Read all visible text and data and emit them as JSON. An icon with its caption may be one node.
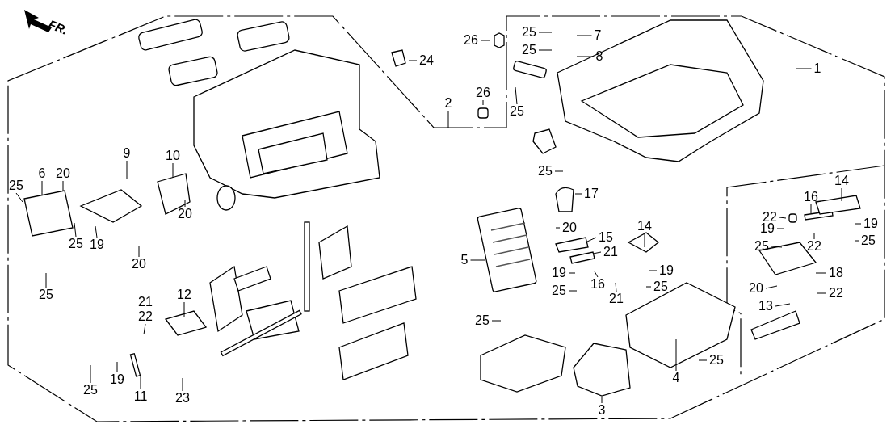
{
  "diagram": {
    "nodes": [
      {
        "text": [
          "24"
        ]
      },
      {
        "text": [
          "2"
        ]
      },
      {
        "text": [
          "26"
        ]
      },
      {
        "text": [
          "25"
        ]
      },
      {
        "text": [
          "7"
        ]
      },
      {
        "text": [
          "25"
        ]
      },
      {
        "text": [
          "8"
        ]
      },
      {
        "text": [
          "1"
        ]
      },
      {
        "text": [
          "26"
        ]
      },
      {
        "text": [
          "25"
        ]
      },
      {
        "text": [
          "25"
        ]
      },
      {
        "text": [
          "6"
        ]
      },
      {
        "text": [
          "20"
        ]
      },
      {
        "text": [
          "25"
        ]
      },
      {
        "text": [
          "9"
        ]
      },
      {
        "text": [
          "10"
        ]
      },
      {
        "text": [
          "20"
        ]
      },
      {
        "text": [
          "19"
        ]
      },
      {
        "text": [
          "25"
        ]
      },
      {
        "text": [
          "20"
        ]
      },
      {
        "text": [
          "25"
        ]
      },
      {
        "text": [
          "12"
        ]
      },
      {
        "text": [
          "21"
        ]
      },
      {
        "text": [
          "22"
        ]
      },
      {
        "text": [
          "19"
        ]
      },
      {
        "text": [
          "25"
        ]
      },
      {
        "text": [
          "11"
        ]
      },
      {
        "text": [
          "23"
        ]
      },
      {
        "text": [
          "17"
        ]
      },
      {
        "text": [
          "5"
        ]
      },
      {
        "text": [
          "20"
        ]
      },
      {
        "text": [
          "15"
        ]
      },
      {
        "text": [
          "14"
        ]
      },
      {
        "text": [
          "21"
        ]
      },
      {
        "text": [
          "19"
        ]
      },
      {
        "text": [
          "16"
        ]
      },
      {
        "text": [
          "19"
        ]
      },
      {
        "text": [
          "25"
        ]
      },
      {
        "text": [
          "21"
        ]
      },
      {
        "text": [
          "25"
        ]
      },
      {
        "text": [
          "25"
        ]
      },
      {
        "text": [
          "4"
        ]
      },
      {
        "text": [
          "25"
        ]
      },
      {
        "text": [
          "3"
        ]
      },
      {
        "text": [
          "14"
        ]
      },
      {
        "text": [
          "16"
        ]
      },
      {
        "text": [
          "22"
        ]
      },
      {
        "text": [
          "19"
        ]
      },
      {
        "text": [
          "19"
        ]
      },
      {
        "text": [
          "25"
        ]
      },
      {
        "text": [
          "22"
        ]
      },
      {
        "text": [
          "25"
        ]
      },
      {
        "text": [
          "18"
        ]
      },
      {
        "text": [
          "20"
        ]
      },
      {
        "text": [
          "22"
        ]
      },
      {
        "text": [
          "13"
        ]
      }
    ],
    "edges": [
      {
        "from": 0,
        "to": null,
        "arrow": "none"
      },
      {
        "from": 1,
        "to": null,
        "arrow": "none"
      },
      {
        "from": 2,
        "to": null,
        "arrow": "none"
      },
      {
        "from": 3,
        "to": null,
        "arrow": "none"
      },
      {
        "from": 4,
        "to": null,
        "arrow": "none"
      },
      {
        "from": 5,
        "to": null,
        "arrow": "none"
      },
      {
        "from": 6,
        "to": null,
        "arrow": "none"
      },
      {
        "from": 7,
        "to": null,
        "arrow": "none"
      },
      {
        "from": 8,
        "to": null,
        "arrow": "none"
      },
      {
        "from": 9,
        "to": null,
        "arrow": "none"
      },
      {
        "from": 10,
        "to": null,
        "arrow": "none"
      },
      {
        "from": 11,
        "to": null,
        "arrow": "none"
      },
      {
        "from": 12,
        "to": null,
        "arrow": "none"
      },
      {
        "from": 13,
        "to": null,
        "arrow": "none"
      },
      {
        "from": 14,
        "to": null,
        "arrow": "none"
      },
      {
        "from": 15,
        "to": null,
        "arrow": "none"
      },
      {
        "from": 16,
        "to": null,
        "arrow": "none"
      },
      {
        "from": 17,
        "to": null,
        "arrow": "none"
      },
      {
        "from": 18,
        "to": null,
        "arrow": "none"
      },
      {
        "from": 19,
        "to": null,
        "arrow": "none"
      },
      {
        "from": 20,
        "to": null,
        "arrow": "none"
      },
      {
        "from": 21,
        "to": null,
        "arrow": "none"
      },
      {
        "from": 23,
        "to": null,
        "arrow": "none"
      },
      {
        "from": 24,
        "to": null,
        "arrow": "none"
      },
      {
        "from": 25,
        "to": null,
        "arrow": "none"
      },
      {
        "from": 26,
        "to": null,
        "arrow": "none"
      },
      {
        "from": 27,
        "to": null,
        "arrow": "none"
      },
      {
        "from": 28,
        "to": null,
        "arrow": "none"
      },
      {
        "from": 29,
        "to": null,
        "arrow": "none"
      },
      {
        "from": 30,
        "to": null,
        "arrow": "none"
      },
      {
        "from": 31,
        "to": null,
        "arrow": "none"
      },
      {
        "from": 32,
        "to": null,
        "arrow": "none"
      },
      {
        "from": 33,
        "to": null,
        "arrow": "none"
      },
      {
        "from": 34,
        "to": null,
        "arrow": "none"
      },
      {
        "from": 35,
        "to": null,
        "arrow": "none"
      },
      {
        "from": 36,
        "to": null,
        "arrow": "none"
      },
      {
        "from": 37,
        "to": null,
        "arrow": "none"
      },
      {
        "from": 38,
        "to": null,
        "arrow": "none"
      },
      {
        "from": 39,
        "to": null,
        "arrow": "none"
      },
      {
        "from": 40,
        "to": null,
        "arrow": "none"
      },
      {
        "from": 41,
        "to": null,
        "arrow": "none"
      },
      {
        "from": 42,
        "to": null,
        "arrow": "none"
      },
      {
        "from": 43,
        "to": null,
        "arrow": "none"
      },
      {
        "from": 44,
        "to": null,
        "arrow": "none"
      },
      {
        "from": 45,
        "to": null,
        "arrow": "none"
      },
      {
        "from": 46,
        "to": null,
        "arrow": "none"
      },
      {
        "from": 47,
        "to": null,
        "arrow": "none"
      },
      {
        "from": 48,
        "to": null,
        "arrow": "none"
      },
      {
        "from": 49,
        "to": null,
        "arrow": "none"
      },
      {
        "from": 50,
        "to": null,
        "arrow": "none"
      },
      {
        "from": 51,
        "to": null,
        "arrow": "none"
      },
      {
        "from": 52,
        "to": null,
        "arrow": "none"
      },
      {
        "from": 53,
        "to": null,
        "arrow": "none"
      },
      {
        "from": 54,
        "to": null,
        "arrow": "none"
      },
      {
        "from": 55,
        "to": null,
        "arrow": "none"
      }
    ],
    "labels": [
      "FR."
    ]
  }
}
